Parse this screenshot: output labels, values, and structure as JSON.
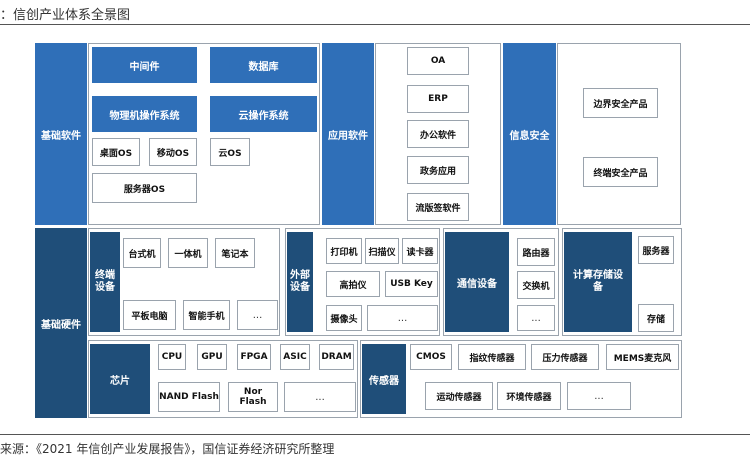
{
  "title": "：信创产业体系全景图",
  "source": "来源：《2021 年信创产业发展报告》，国信证券经济研究所整理",
  "colors": {
    "primary_blue": "#2f6fb8",
    "dark_blue": "#1f4e79",
    "border": "#9aa3ad"
  },
  "software": {
    "label": "基础软件",
    "middleware": "中间件",
    "database": "数据库",
    "physical_os": "物理机操作系统",
    "cloud_os": "云操作系统",
    "desktop_os": "桌面OS",
    "mobile_os": "移动OS",
    "cloud_os_box": "云OS",
    "server_os": "服务器OS"
  },
  "application": {
    "label": "应用软件",
    "items": [
      "OA",
      "ERP",
      "办公软件",
      "政务应用",
      "流版签软件"
    ]
  },
  "security": {
    "label": "信息安全",
    "items": [
      "边界安全产品",
      "终端安全产品"
    ]
  },
  "hardware": {
    "label": "基础硬件",
    "terminal": {
      "label": "终端\n设备",
      "items": [
        "台式机",
        "一体机",
        "笔记本",
        "平板电脑",
        "智能手机",
        "..."
      ]
    },
    "peripheral": {
      "label": "外部\n设备",
      "items": [
        "打印机",
        "扫描仪",
        "读卡器",
        "高拍仪",
        "USB Key",
        "摄像头",
        "..."
      ]
    },
    "comm": {
      "label": "通信设备",
      "items": [
        "路由器",
        "交换机",
        "..."
      ]
    },
    "compute": {
      "label": "计算存储设\n备",
      "items": [
        "服务器",
        "存储"
      ]
    },
    "chip": {
      "label": "芯片",
      "items": [
        "CPU",
        "GPU",
        "FPGA",
        "ASIC",
        "DRAM",
        "NAND Flash",
        "Nor Flash",
        "..."
      ]
    },
    "sensor": {
      "label": "传感器",
      "items": [
        "CMOS",
        "指纹传感器",
        "压力传感器",
        "MEMS麦克风",
        "运动传感器",
        "环境传感器",
        "..."
      ]
    }
  }
}
